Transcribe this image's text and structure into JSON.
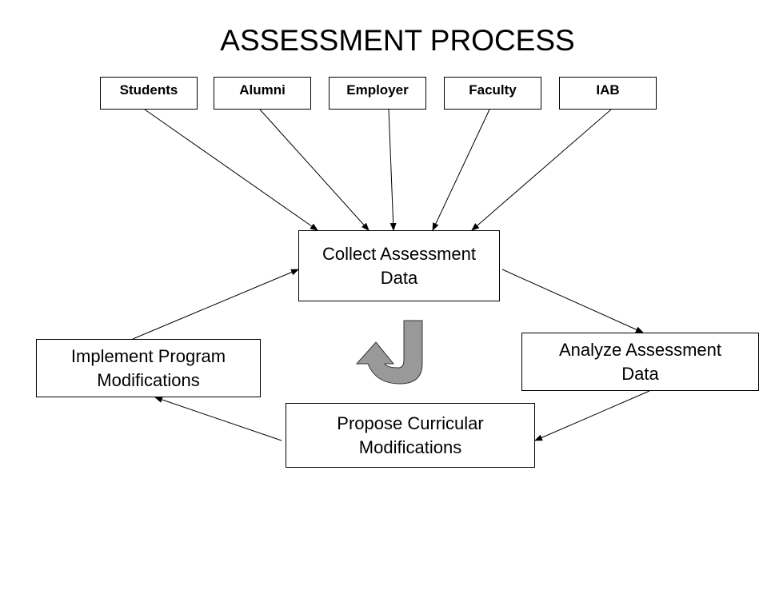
{
  "title": "ASSESSMENT PROCESS",
  "sources": [
    {
      "label": "Students"
    },
    {
      "label": "Alumni"
    },
    {
      "label": "Employer"
    },
    {
      "label": "Faculty"
    },
    {
      "label": "IAB"
    }
  ],
  "steps": {
    "collect": {
      "line1": "Collect Assessment",
      "line2": "Data"
    },
    "analyze": {
      "line1": "Analyze Assessment",
      "line2": "Data"
    },
    "propose": {
      "line1": "Propose Curricular",
      "line2": "Modifications"
    },
    "implement": {
      "line1": "Implement Program",
      "line2": "Modifications"
    }
  },
  "cycle_icon": {
    "name": "u-turn-arrow-icon",
    "color": "#999999"
  },
  "colors": {
    "line": "#000000",
    "box_border": "#000000",
    "background": "#ffffff"
  }
}
